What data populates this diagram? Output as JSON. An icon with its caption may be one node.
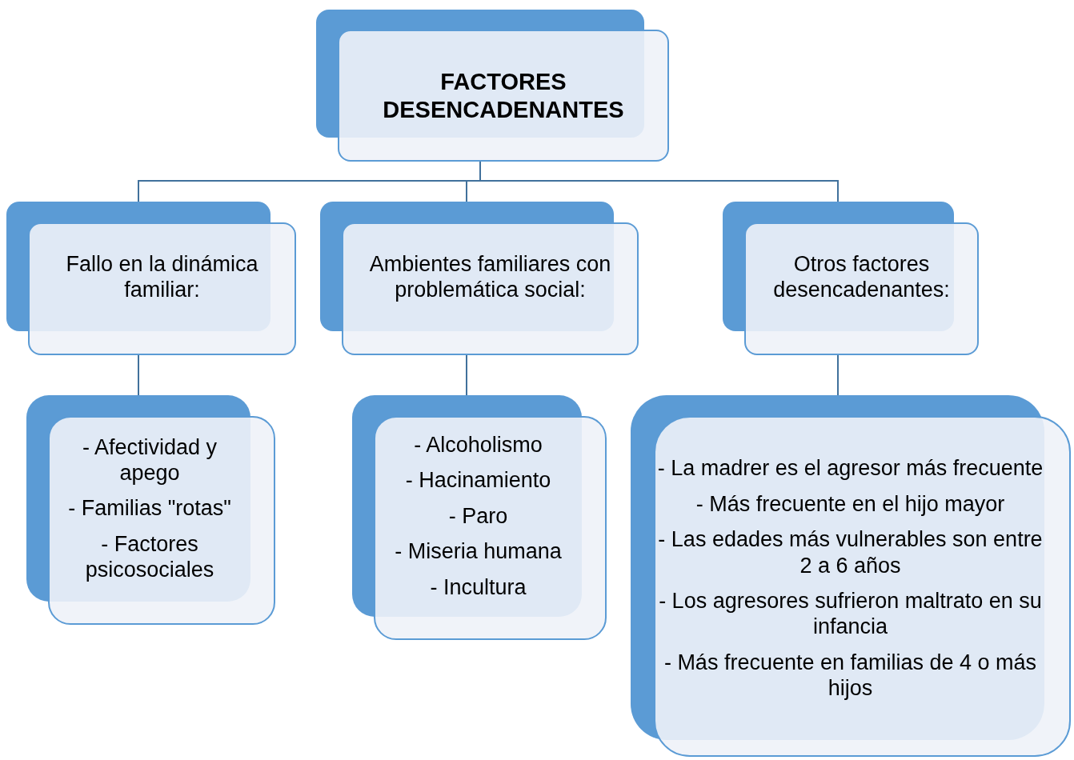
{
  "diagram": {
    "nodes": [
      {
        "text": [
          "FACTORES DESENCADENANTES"
        ]
      },
      {
        "text": [
          "Fallo en la dinámica familiar:"
        ]
      },
      {
        "text": [
          "Ambientes familiares con problemática social:"
        ]
      },
      {
        "text": [
          "Otros factores desencadenantes:"
        ]
      },
      {
        "text": [
          "- Afectividad y apego",
          "- Familias \"rotas\"",
          "- Factores psicosociales"
        ]
      },
      {
        "text": [
          "- Alcoholismo",
          "- Hacinamiento",
          "- Paro",
          "- Miseria humana",
          "- Incultura"
        ]
      },
      {
        "text": [
          "- La madrer es el agresor más frecuente",
          "- Más frecuente en el hijo mayor",
          "- Las edades más vulnerables son entre 2 a 6 años",
          "- Los agresores sufrieron maltrato en su infancia",
          "- Más frecuente en familias de 4 o más hijos"
        ]
      }
    ],
    "edges": [
      {
        "from": 0,
        "to": 1,
        "arrow": "none"
      },
      {
        "from": 0,
        "to": 2,
        "arrow": "none"
      },
      {
        "from": 0,
        "to": 3,
        "arrow": "none"
      },
      {
        "from": 1,
        "to": 4,
        "arrow": "none"
      },
      {
        "from": 2,
        "to": 5,
        "arrow": "none"
      },
      {
        "from": 3,
        "to": 6,
        "arrow": "none"
      }
    ]
  }
}
